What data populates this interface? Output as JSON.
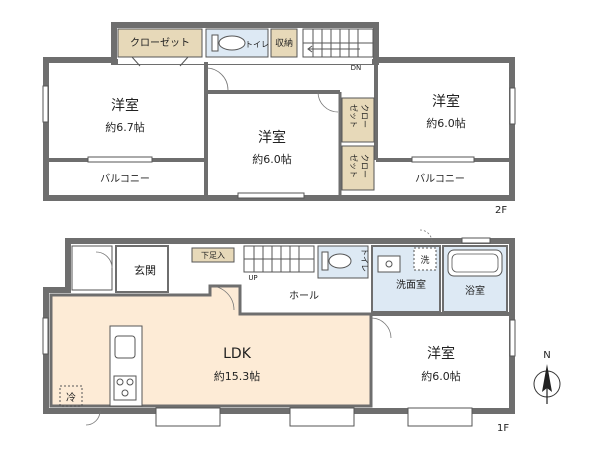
{
  "floor2": {
    "label": "2F",
    "rooms": {
      "west_bedroom": {
        "name": "洋室",
        "size": "約6.7帖"
      },
      "center_bedroom": {
        "name": "洋室",
        "size": "約6.0帖"
      },
      "east_bedroom": {
        "name": "洋室",
        "size": "約6.0帖"
      }
    },
    "closet": "クローゼット",
    "toilet": "トイレ",
    "storage": "収納",
    "closet_a": [
      "クロー",
      "ゼット"
    ],
    "closet_b": [
      "クロー",
      "ゼット"
    ],
    "balcony_west": "バルコニー",
    "balcony_east": "バルコニー",
    "stair_dn": "DN"
  },
  "floor1": {
    "label": "1F",
    "entrance": "玄関",
    "shoe_storage": "下足入",
    "stair_up": "UP",
    "hall": "ホール",
    "toilet": "トイレ",
    "washroom": "洗面室",
    "washer": "洗",
    "bathroom": "浴室",
    "ldk": {
      "name": "LDK",
      "size": "約15.3帖"
    },
    "bedroom": {
      "name": "洋室",
      "size": "約6.0帖"
    },
    "fridge": "冷"
  },
  "compass": {
    "label": "N"
  },
  "colors": {
    "wall": "#6e6e6e",
    "floor": "#ffffff",
    "ldk_floor": "#fdebd6",
    "storage_fill": "#e7d9b9",
    "wet_fill": "#dde9f4",
    "line": "#555555"
  }
}
